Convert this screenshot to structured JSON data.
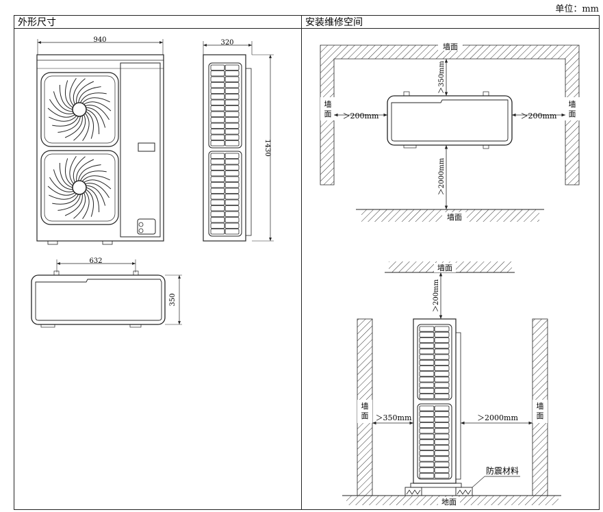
{
  "unit_label": "单位：mm",
  "left_panel": {
    "title": "外形尺寸",
    "front_view": {
      "width_label": "940"
    },
    "side_view": {
      "width_label": "320",
      "height_label": "1430"
    },
    "top_view": {
      "width_label": "632",
      "depth_label": "350"
    }
  },
  "right_panel": {
    "title": "安装维修空间",
    "top_layout": {
      "wall_top": "墙面",
      "wall_left": "墙\n面",
      "wall_right": "墙\n面",
      "wall_bottom": "墙面",
      "clear_back": "＞350mm",
      "clear_left": "＞200mm",
      "clear_right": "＞200mm",
      "clear_front": "＞2000mm"
    },
    "side_layout": {
      "wall_top": "墙面",
      "wall_left": "墙\n面",
      "wall_right": "墙\n面",
      "ground": "地面",
      "clear_top": "＞200mm",
      "clear_left": "＞350mm",
      "clear_right": "＞2000mm",
      "damper_label": "防震材料"
    }
  }
}
